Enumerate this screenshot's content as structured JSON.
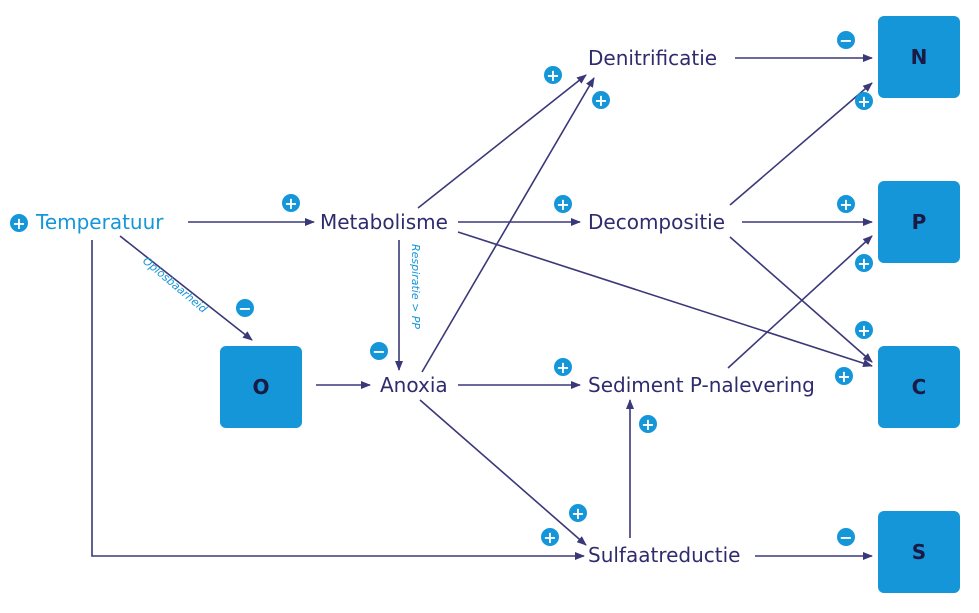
{
  "colors": {
    "node_text": "#2f2c6e",
    "accent": "#1596d8",
    "box_fill": "#1596d8",
    "arrow": "#3a3878"
  },
  "nodes": {
    "temperatuur": "Temperatuur",
    "metabolisme": "Metabolisme",
    "anoxia": "Anoxia",
    "denitrificatie": "Denitrificatie",
    "decompositie": "Decompositie",
    "sediment": "Sediment P-nalevering",
    "sulfaatreductie": "Sulfaatreductie"
  },
  "boxes": {
    "o": "O",
    "n": "N",
    "p": "P",
    "c": "C",
    "s": "S"
  },
  "edge_labels": {
    "oplosbaarheid": "Oplosbaarheid",
    "respiratie": "Respiratie > PP"
  },
  "signs": {
    "plus": "+",
    "minus": "−"
  }
}
